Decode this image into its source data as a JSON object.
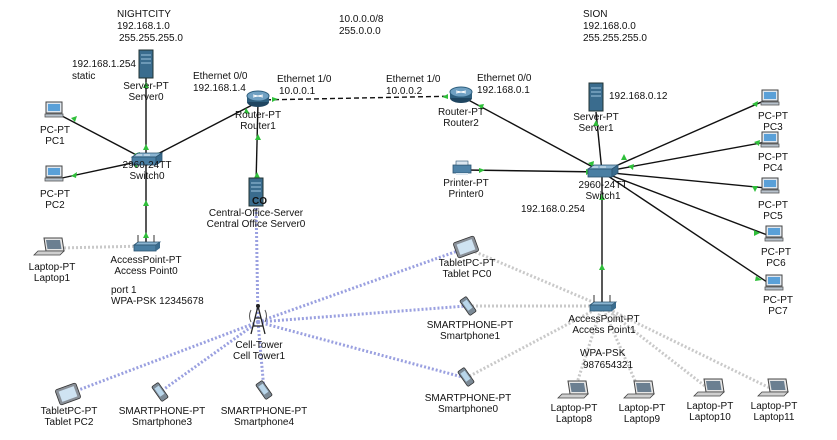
{
  "networks": {
    "nightcity": {
      "name": "NIGHTCITY",
      "ip": "192.168.1.0",
      "mask": "255.255.255.0"
    },
    "wan": {
      "ip": "10.0.0.0/8",
      "mask": "255.0.0.0"
    },
    "sion": {
      "name": "SION",
      "ip": "192.168.0.0",
      "mask": "255.255.255.0"
    }
  },
  "annotations": {
    "server0_static_ip": "192.168.1.254",
    "server0_static": "static",
    "router1_if_name": "Ethernet 0/0",
    "router1_if_ip": "192.168.1.4",
    "router1_wan_if": "Ethernet 1/0",
    "router1_wan_ip": "10.0.0.1",
    "router2_wan_if": "Ethernet 1/0",
    "router2_wan_ip": "10.0.0.2",
    "router2_if_name": "Ethernet 0/0",
    "router2_if_ip": "192.168.0.1",
    "server1_ip": "192.168.0.12",
    "switch1_ip": "192.168.0.254",
    "ap0_port": "port 1",
    "ap0_wpa": "WPA-PSK 12345678",
    "ap1_wpa": "WPA-PSK",
    "ap1_key": "987654321",
    "co_tag": "CO"
  },
  "devices": {
    "server0": {
      "type": "Server-PT",
      "name": "Server0"
    },
    "pc1": {
      "type": "PC-PT",
      "name": "PC1"
    },
    "pc2": {
      "type": "PC-PT",
      "name": "PC2"
    },
    "switch0": {
      "type": "2960-24TT",
      "name": "Switch0"
    },
    "router1": {
      "type": "Router-PT",
      "name": "Router1"
    },
    "router2": {
      "type": "Router-PT",
      "name": "Router2"
    },
    "co_server": {
      "type": "Central-Office-Server",
      "name": "Central Office Server0"
    },
    "ap0": {
      "type": "AccessPoint-PT",
      "name": "Access Point0"
    },
    "laptop1": {
      "type": "Laptop-PT",
      "name": "Laptop1"
    },
    "server1": {
      "type": "Server-PT",
      "name": "Server1"
    },
    "printer0": {
      "type": "Printer-PT",
      "name": "Printer0"
    },
    "switch1": {
      "type": "2960-24TT",
      "name": "Switch1"
    },
    "pc3": {
      "type": "PC-PT",
      "name": "PC3"
    },
    "pc4": {
      "type": "PC-PT",
      "name": "PC4"
    },
    "pc5": {
      "type": "PC-PT",
      "name": "PC5"
    },
    "pc6": {
      "type": "PC-PT",
      "name": "PC6"
    },
    "pc7": {
      "type": "PC-PT",
      "name": "PC7"
    },
    "tablet0": {
      "type": "TabletPC-PT",
      "name": "Tablet PC0"
    },
    "smartphone1": {
      "type": "SMARTPHONE-PT",
      "name": "Smartphone1"
    },
    "ap1": {
      "type": "AccessPoint-PT",
      "name": "Access Point1"
    },
    "celltower": {
      "type": "Cell-Tower",
      "name": "Cell Tower1"
    },
    "smartphone0": {
      "type": "SMARTPHONE-PT",
      "name": "Smartphone0"
    },
    "tablet2": {
      "type": "TabletPC-PT",
      "name": "Tablet PC2"
    },
    "smartphone3": {
      "type": "SMARTPHONE-PT",
      "name": "Smartphone3"
    },
    "smartphone4": {
      "type": "SMARTPHONE-PT",
      "name": "Smartphone4"
    },
    "laptop8": {
      "type": "Laptop-PT",
      "name": "Laptop8"
    },
    "laptop9": {
      "type": "Laptop-PT",
      "name": "Laptop9"
    },
    "laptop10": {
      "type": "Laptop-PT",
      "name": "Laptop10"
    },
    "laptop11": {
      "type": "Laptop-PT",
      "name": "Laptop11"
    }
  },
  "colors": {
    "link": "#111111",
    "wireless": "#c9c9c9",
    "cellular": "#9aa0e0",
    "status": "#2fbf3a",
    "router": "#2e5f7e",
    "switch": "#4a7fa3"
  }
}
